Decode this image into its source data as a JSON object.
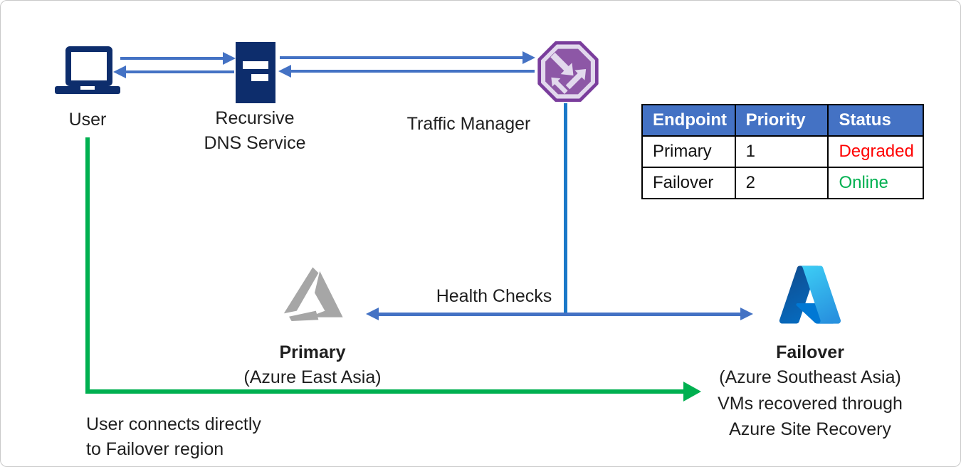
{
  "diagram": {
    "title_hint": "Azure Traffic Manager failover diagram",
    "nodes": {
      "user": {
        "label": "User",
        "icon": "laptop-icon"
      },
      "dns": {
        "label_line1": "Recursive",
        "label_line2": "DNS Service",
        "icon": "server-icon"
      },
      "traffic_manager": {
        "label": "Traffic Manager",
        "icon": "traffic-manager-icon"
      },
      "primary": {
        "name": "Primary",
        "region": "(Azure East Asia)",
        "icon": "azure-logo-gray-icon"
      },
      "failover": {
        "name": "Failover",
        "region": "(Azure Southeast Asia)",
        "note_line1": "VMs recovered through",
        "note_line2": "Azure Site Recovery",
        "icon": "azure-logo-blue-icon"
      }
    },
    "edges": {
      "health_checks_label": "Health Checks",
      "user_failover_line1": "User connects directly",
      "user_failover_line2": "to Failover region"
    },
    "table": {
      "headers": [
        "Endpoint",
        "Priority",
        "Status"
      ],
      "rows": [
        {
          "endpoint": "Primary",
          "priority": "1",
          "status": "Degraded",
          "status_color": "#ff0000"
        },
        {
          "endpoint": "Failover",
          "priority": "2",
          "status": "Online",
          "status_color": "#00b050"
        }
      ]
    },
    "colors": {
      "arrow_blue": "#4472c4",
      "health_line_blue": "#1b78c8",
      "green": "#00b050",
      "navy": "#0d2d6c",
      "table_header_bg": "#4472c4",
      "purple_border": "#7a3d9c",
      "purple_fill": "#8d57a6",
      "lavender": "#e2d9ed",
      "azure_gray": "#a6a6a6"
    }
  }
}
